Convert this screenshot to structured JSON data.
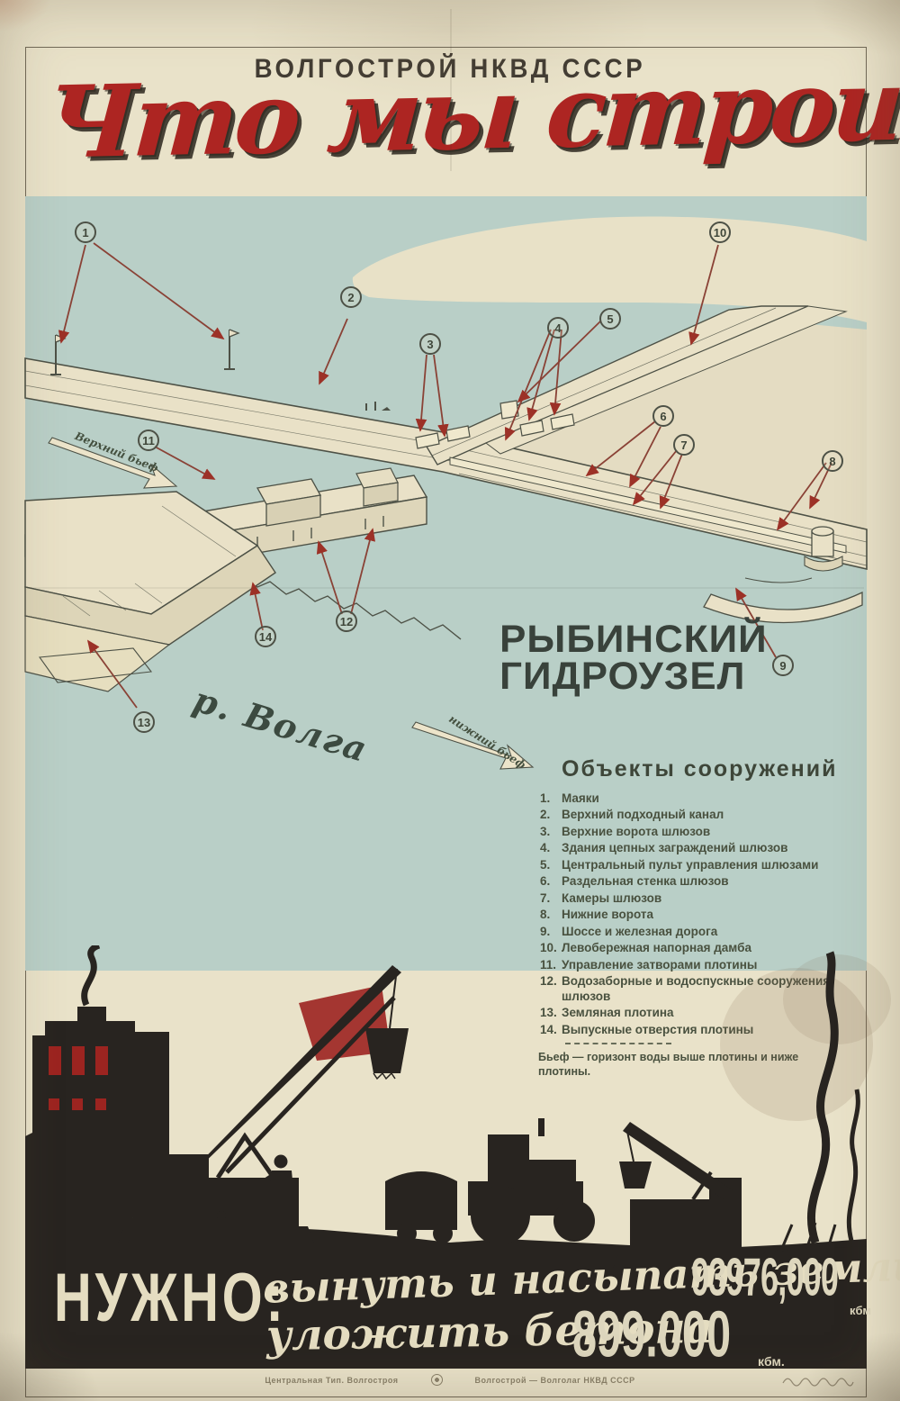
{
  "header": {
    "agency": "ВОЛГОСТРОЙ НКВД СССР",
    "title": "Что мы строим"
  },
  "map": {
    "site_title_line1": "РЫБИНСКИЙ",
    "site_title_line2": "ГИДРОУЗЕЛ",
    "river_label": "р. Волга",
    "upper_pool_label": "Верхний бьеф",
    "lower_pool_label": "нижний бьеф",
    "callouts": [
      "1",
      "2",
      "3",
      "4",
      "5",
      "6",
      "7",
      "8",
      "9",
      "10",
      "11",
      "12",
      "13",
      "14"
    ]
  },
  "legend": {
    "title": "Объекты сооружений",
    "items": [
      "Маяки",
      "Верхний подходный канал",
      "Верхние ворота шлюзов",
      "Здания цепных заграждений шлюзов",
      "Центральный пульт управления шлюзами",
      "Раздельная стенка шлюзов",
      "Камеры шлюзов",
      "Нижние ворота",
      "Шоссе и железная дорога",
      "Левобережная напорная дамба",
      "Управление затворами плотины",
      "Водозаборные и водоспускные сооружения шлюзов",
      "Земляная плотина",
      "Выпускные отверстия плотины"
    ],
    "note": "Бьеф — горизонт воды выше плотины и ниже плотины."
  },
  "footer": {
    "need_label": "НУЖНО:",
    "line1_text": "вынуть и насыпать земли",
    "line1_value": "93976,000",
    "line1_unit": "кбм",
    "line2_text": "уложить бетона",
    "line2_value": "899.000",
    "line2_unit": "кбм."
  },
  "imprint": {
    "left": "Центральная Тип. Волгостроя",
    "right": "Волгострой — Волголаг НКВД СССР"
  },
  "colors": {
    "paper": "#e9e2c9",
    "water": "#b9cfc7",
    "ink": "#4d5146",
    "red": "#a82a26",
    "silhouette": "#282420",
    "cream_text": "#e5ddc1"
  }
}
